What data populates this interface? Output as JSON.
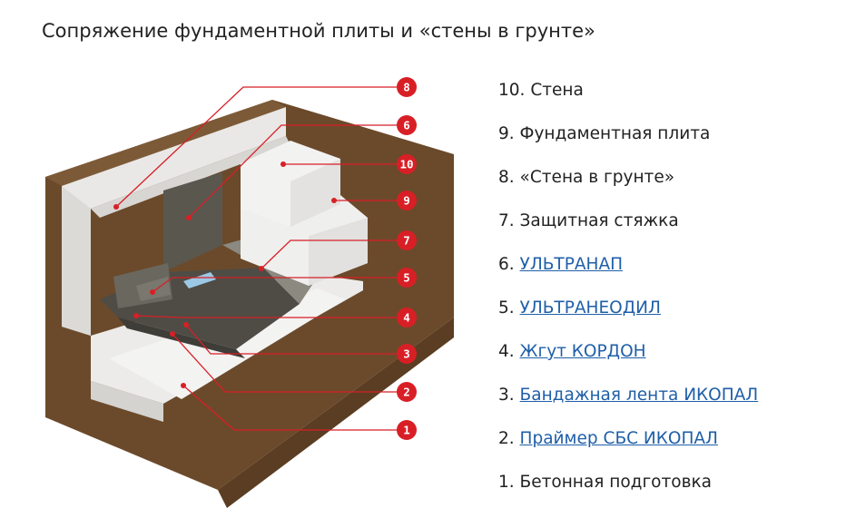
{
  "title": "Сопряжение фундаментной плиты и «стены в грунте»",
  "colors": {
    "marker": "#d81f26",
    "leader": "#d81f26",
    "link": "#1f5fa8",
    "soil": "#6b4a2b",
    "concrete": "#ecebea",
    "membrane": "#57544c"
  },
  "markers": [
    "8",
    "6",
    "10",
    "9",
    "7",
    "5",
    "4",
    "3",
    "2",
    "1"
  ],
  "legend": [
    {
      "num": "10.",
      "text": "Стена",
      "link": false
    },
    {
      "num": "9.",
      "text": "Фундаментная плита",
      "link": false
    },
    {
      "num": "8.",
      "text": "«Стена в грунте»",
      "link": false
    },
    {
      "num": "7.",
      "text": "Защитная стяжка",
      "link": false
    },
    {
      "num": "6.",
      "text": "УЛЬТРАНАП",
      "link": true
    },
    {
      "num": "5.",
      "text": "УЛЬТРАНЕОДИЛ",
      "link": true
    },
    {
      "num": "4.",
      "text": "Жгут КОРДОН",
      "link": true
    },
    {
      "num": "3.",
      "text": "Бандажная лента ИКОПАЛ",
      "link": true
    },
    {
      "num": "2.",
      "text": "Праймер СБС ИКОПАЛ",
      "link": true
    },
    {
      "num": "1.",
      "text": "Бетонная подготовка",
      "link": false
    }
  ]
}
